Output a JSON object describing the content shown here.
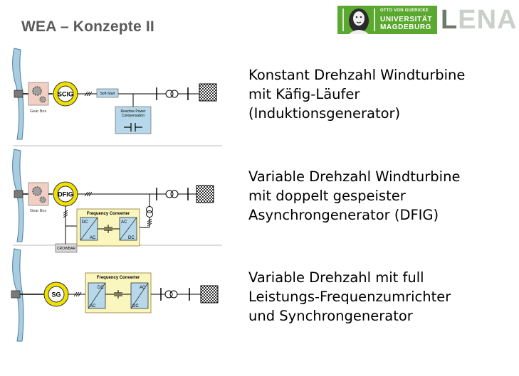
{
  "slide": {
    "title": "WEA – Konzepte II"
  },
  "logo": {
    "line1": "OTTO VON GUERICKE",
    "line2": "UNIVERSITÄT",
    "line3": "MAGDEBURG",
    "brand": "LENA"
  },
  "concepts": [
    {
      "generator": "SCIG",
      "gearbox": "Gear Box",
      "softstart": "Soft-Start",
      "compensation_line1": "Reactive Power",
      "compensation_line2": "Compensation",
      "desc": [
        "Konstant Drehzahl Windturbine",
        "mit Käfig-Läufer",
        "(Induktionsgenerator)"
      ]
    },
    {
      "generator": "DFIG",
      "gearbox": "Gear Box",
      "converter": "Frequency Converter",
      "crowbar": "CROWBAR",
      "desc": [
        "Variable Drehzahl Windturbine",
        "mit doppelt gespeister",
        "Asynchrongenerator (DFIG)"
      ]
    },
    {
      "generator": "SG",
      "converter": "Frequency Converter",
      "desc": [
        "Variable Drehzahl mit full",
        "Leistungs-Frequenzumrichter",
        "und Synchrongenerator"
      ]
    }
  ],
  "converter_labels": {
    "dc": "DC",
    "ac": "AC"
  },
  "colors": {
    "title": "#5a5a5a",
    "blade": "#a8cce0",
    "generator_ring": "#f0e000",
    "gearbox": "#f2cfc2",
    "converter_bg": "#fbf6bd",
    "converter_module": "#b6d8ea",
    "softstart": "#b6d8ea",
    "logo_green": "#5aa830"
  }
}
